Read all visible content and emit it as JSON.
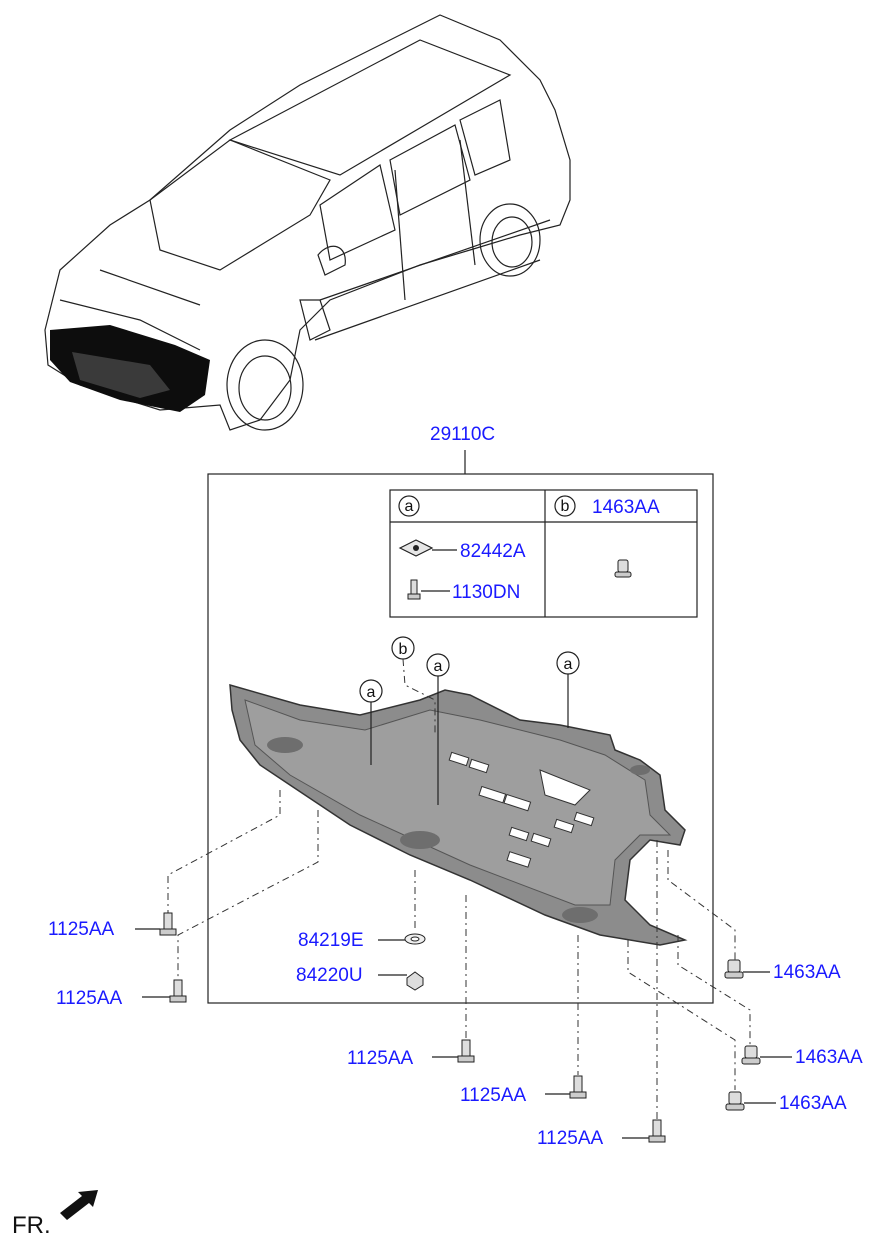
{
  "colors": {
    "part_label": "#1a1aff",
    "line": "#222222",
    "shield": "#8c8c8c"
  },
  "assembly": {
    "label": "29110C"
  },
  "legend": {
    "col_a": {
      "symbol": "a"
    },
    "col_b": {
      "symbol": "b",
      "part": "1463AA"
    },
    "a_parts": [
      "82442A",
      "1130DN"
    ]
  },
  "callouts": {
    "a": "a",
    "b": "b"
  },
  "parts": {
    "p1125_left_1": "1125AA",
    "p1125_left_2": "1125AA",
    "p84219": "84219E",
    "p84220": "84220U",
    "p1125_bottom_1": "1125AA",
    "p1125_bottom_2": "1125AA",
    "p1125_bottom_3": "1125AA",
    "p1463_r1": "1463AA",
    "p1463_r2": "1463AA",
    "p1463_r3": "1463AA"
  },
  "direction": {
    "label": "FR.",
    "icon": "front-arrow-icon"
  }
}
